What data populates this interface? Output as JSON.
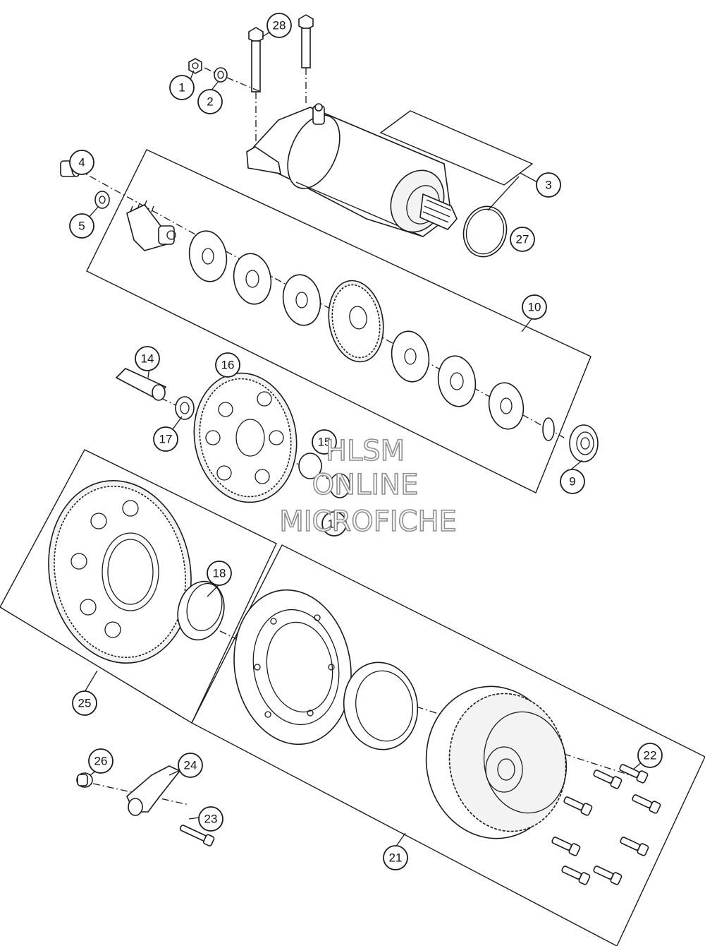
{
  "callouts": [
    {
      "id": "1",
      "label": "1"
    },
    {
      "id": "2",
      "label": "2"
    },
    {
      "id": "3",
      "label": "3"
    },
    {
      "id": "4",
      "label": "4"
    },
    {
      "id": "5",
      "label": "5"
    },
    {
      "id": "9",
      "label": "9"
    },
    {
      "id": "10",
      "label": "10"
    },
    {
      "id": "14",
      "label": "14"
    },
    {
      "id": "15",
      "label": "15"
    },
    {
      "id": "16",
      "label": "16"
    },
    {
      "id": "17a",
      "label": "17"
    },
    {
      "id": "17b",
      "label": "17"
    },
    {
      "id": "18",
      "label": "18"
    },
    {
      "id": "21",
      "label": "21"
    },
    {
      "id": "22",
      "label": "22"
    },
    {
      "id": "23",
      "label": "23"
    },
    {
      "id": "24",
      "label": "24"
    },
    {
      "id": "25",
      "label": "25"
    },
    {
      "id": "26",
      "label": "26"
    },
    {
      "id": "27",
      "label": "27"
    },
    {
      "id": "28",
      "label": "28"
    }
  ],
  "watermark": {
    "line1": "HLSM",
    "line2": "ONLINE",
    "line3": "MICROFICHE"
  }
}
